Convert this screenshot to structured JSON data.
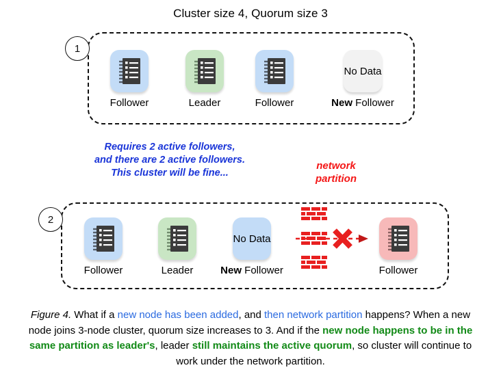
{
  "title": "Cluster size 4, Quorum size 3",
  "colors": {
    "node_blue": "#c3dcf7",
    "node_green": "#c9e6c4",
    "node_gray": "#f2f2f2",
    "node_red": "#f7b9b9",
    "note_blue": "#1a35d8",
    "note_red": "#f41616",
    "caption_blue": "#2a6ae0",
    "caption_green": "#128a17",
    "brick": "#e82020"
  },
  "panels": [
    {
      "step": "1",
      "nodes": [
        {
          "tile": "blue",
          "icon": "notebook-icon",
          "tile_text": "",
          "label_bold": "",
          "label": "Follower"
        },
        {
          "tile": "green",
          "icon": "notebook-icon",
          "tile_text": "",
          "label_bold": "",
          "label": "Leader"
        },
        {
          "tile": "blue",
          "icon": "notebook-icon",
          "tile_text": "",
          "label_bold": "",
          "label": "Follower"
        },
        {
          "tile": "gray",
          "icon": "",
          "tile_text": "No Data",
          "label_bold": "New",
          "label": " Follower"
        }
      ]
    },
    {
      "step": "2",
      "nodes": [
        {
          "tile": "blue",
          "icon": "notebook-icon",
          "tile_text": "",
          "label_bold": "",
          "label": "Follower"
        },
        {
          "tile": "green",
          "icon": "notebook-icon",
          "tile_text": "",
          "label_bold": "",
          "label": "Leader"
        },
        {
          "tile": "blue",
          "icon": "",
          "tile_text": "No Data",
          "label_bold": "New",
          "label": " Follower"
        },
        {
          "tile": "red",
          "icon": "notebook-icon",
          "tile_text": "",
          "label_bold": "",
          "label": "Follower"
        }
      ]
    }
  ],
  "note_blue": {
    "line1": "Requires 2 active followers,",
    "line2": "and there are 2 active followers.",
    "line3": "This cluster will be fine..."
  },
  "note_red": {
    "line1": "network",
    "line2": "partition"
  },
  "partition": {
    "icon": "brick-wall-icon",
    "cross": "x-mark-icon",
    "arrow": "dashed-arrow-icon"
  },
  "caption": {
    "fignum": "Figure 4.",
    "s1": " What if a ",
    "b1": "new node has been added",
    "s2": ", and ",
    "b2": "then network partition",
    "s3": " happens? When a new node joins 3-node cluster, quorum size increases to 3. And if the ",
    "g1": "new node happens to be in the same partition as leader's",
    "s4": ", leader ",
    "g2": "still maintains the active quorum",
    "s5": ", so cluster will continue to work under the network partition."
  }
}
